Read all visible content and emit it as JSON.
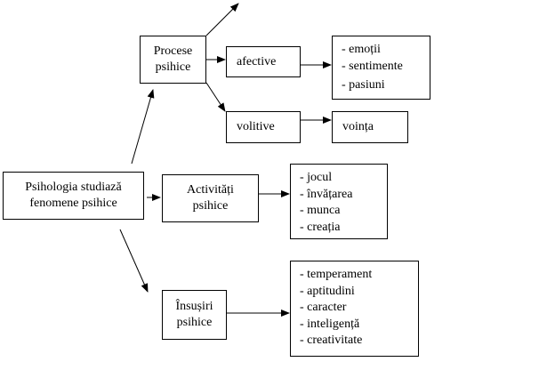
{
  "diagram": {
    "root": {
      "lines": [
        "Psihologia studiază",
        "fenomene psihice"
      ]
    },
    "processes": {
      "lines": [
        "Procese",
        "psihice"
      ]
    },
    "activities": {
      "lines": [
        "Activități",
        "psihice"
      ]
    },
    "traits": {
      "lines": [
        "Însușiri",
        "psihice"
      ]
    },
    "affective": {
      "label": "afective"
    },
    "volitional": {
      "label": "volitive"
    },
    "affective_items": [
      "- emoții",
      "- sentimente",
      "- pasiuni"
    ],
    "volitional_items": [
      "voința"
    ],
    "activity_items": [
      "- jocul",
      "- învățarea",
      "- munca",
      "- creația"
    ],
    "trait_items": [
      "- temperament",
      "- aptitudini",
      "- caracter",
      "- inteligență",
      "- creativitate"
    ]
  }
}
